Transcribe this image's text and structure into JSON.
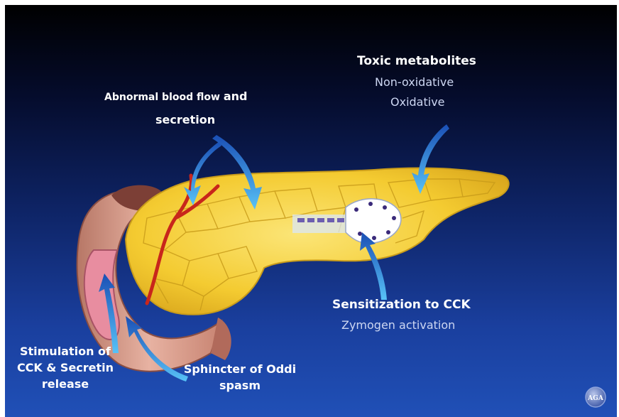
{
  "labels": {
    "blood_flow_line1a": "Abnormal blood flow",
    "blood_flow_line1b": "and",
    "blood_flow_line2": "secretion",
    "toxic_title": "Toxic metabolites",
    "toxic_sub1": "Non-oxidative",
    "toxic_sub2": "Oxidative",
    "sensitization_title": "Sensitization to CCK",
    "sensitization_sub": "Zymogen activation",
    "stimulation": [
      "Stimulation of",
      "CCK & Secretin",
      "release"
    ],
    "sphincter": [
      "Sphincter of Oddi",
      "spasm"
    ],
    "logo_text": "AGA"
  },
  "colors": {
    "background_top": "#000000",
    "background_bottom": "#2050b7",
    "pancreas": "#f5cf33",
    "lobule_edge": "#c99c1a",
    "duodenum": "#d99a88",
    "arrow": "#37a3ea",
    "vessel": "#c8261b"
  },
  "icons": {
    "arrows": "curved-arrow-icon",
    "logo": "aga-logo-icon"
  }
}
